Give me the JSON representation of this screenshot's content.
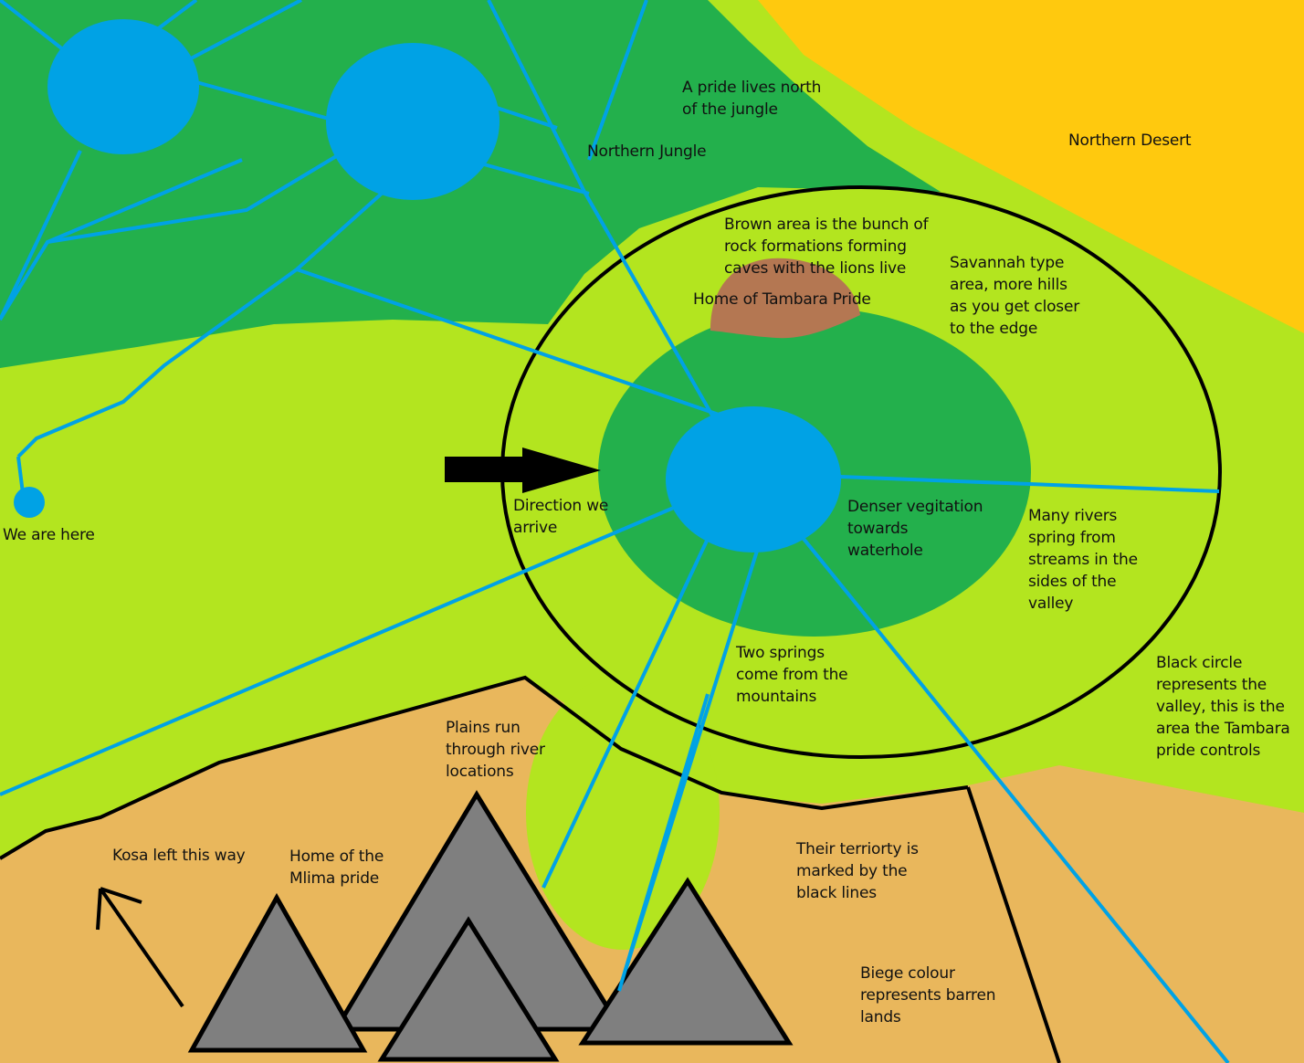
{
  "title": "Tambara Pride territory map",
  "colors": {
    "savannah": "#b3e51f",
    "jungle": "#23b04c",
    "water": "#00a2e5",
    "desert": "#ffc90e",
    "barren": "#e9b75c",
    "rock": "#b47752",
    "mountain": "#7f7f7f",
    "border": "#000000"
  },
  "labels": {
    "northern_jungle": "Northern Jungle",
    "pride_north": "A pride lives north\nof the jungle",
    "northern_desert": "Northern Desert",
    "brown_area": "Brown area is the bunch of\nrock formations forming\ncaves with the lions live",
    "home_tambara": "Home of Tambara Pride",
    "savannah": "Savannah type\narea, more hills\nas you get closer\nto the edge",
    "we_are_here": "We are here",
    "direction": "Direction we\narrive",
    "denser": "Denser vegitation\ntowards\nwaterhole",
    "many_rivers": "Many rivers\nspring from\nstreams in the\nsides of the\nvalley",
    "two_springs": "Two springs\ncome from the\nmountains",
    "black_circle": "Black circle\nrepresents the\nvalley, this is the\narea the Tambara\npride controls",
    "plains": "Plains run\nthrough river\nlocations",
    "kosa": "Kosa left this way",
    "home_mlima": "Home of the\nMlima pride",
    "territory": "Their terriorty is\nmarked by the\nblack lines",
    "biege": "Biege colour\nrepresents barren\nlands"
  }
}
